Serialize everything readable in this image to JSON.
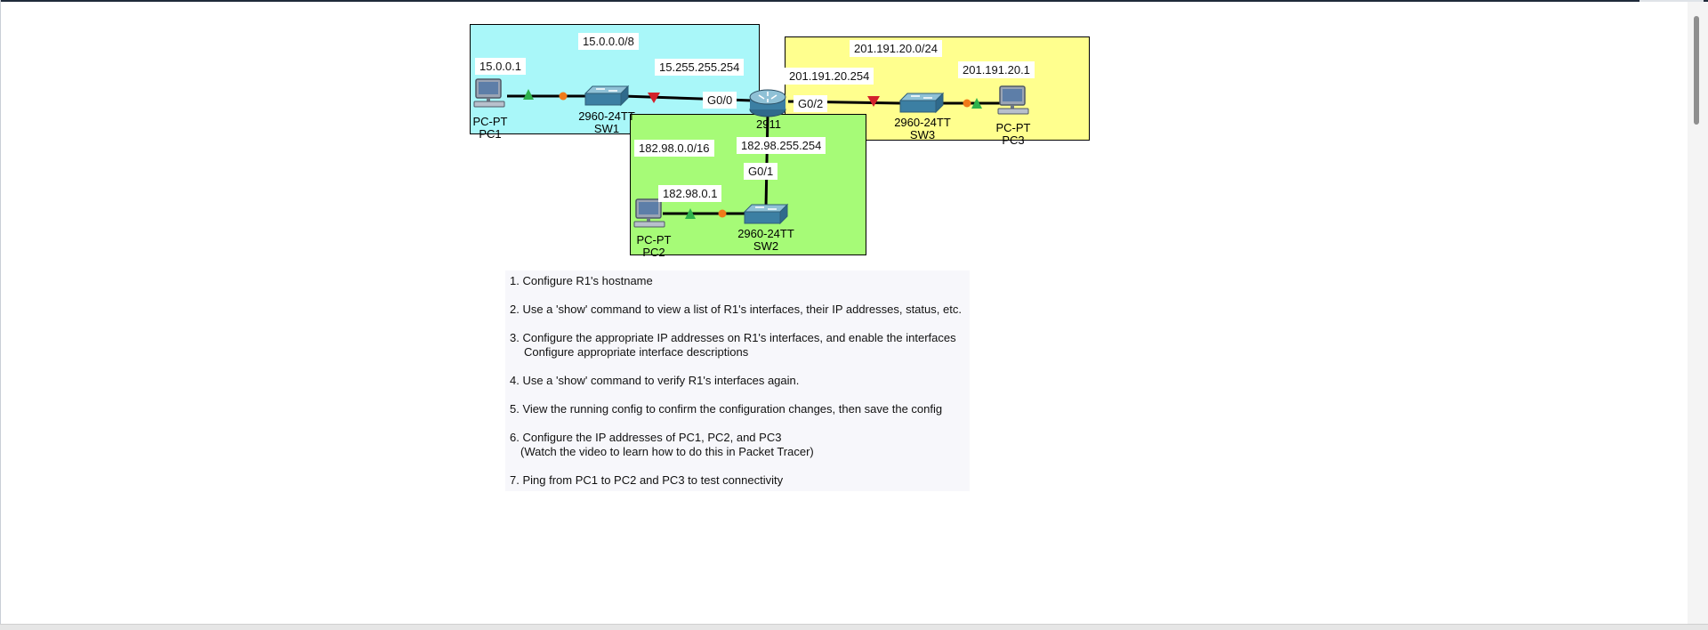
{
  "topology": {
    "networks": {
      "net1": "15.0.0.0/8",
      "net2": "201.191.20.0/24",
      "net3": "182.98.0.0/16"
    },
    "ip_labels": {
      "pc1_ip": "15.0.0.1",
      "r1_g00_ip": "15.255.255.254",
      "r1_g02_ip": "201.191.20.254",
      "pc3_ip": "201.191.20.1",
      "r1_g01_ip": "182.98.255.254",
      "pc2_ip": "182.98.0.1"
    },
    "interfaces": {
      "g00": "G0/0",
      "g02": "G0/2",
      "g01": "G0/1"
    },
    "devices": {
      "pc1": {
        "model": "PC-PT",
        "name": "PC1"
      },
      "sw1": {
        "model": "2960-24TT",
        "name": "SW1"
      },
      "r1": {
        "model": "2911"
      },
      "sw3": {
        "model": "2960-24TT",
        "name": "SW3"
      },
      "pc3": {
        "model": "PC-PT",
        "name": "PC3"
      },
      "pc2": {
        "model": "PC-PT",
        "name": "PC2"
      },
      "sw2": {
        "model": "2960-24TT",
        "name": "SW2"
      }
    },
    "colors": {
      "network1_area": "#a9f7f9",
      "network2_area": "#ffff8e",
      "network3_area": "#a6fb77",
      "link_up": "#2fb24c",
      "link_down": "#d3212b",
      "link_blocking": "#f07a1a"
    }
  },
  "instructions": {
    "step1": "1. Configure R1's hostname",
    "step2": "2. Use a 'show' command to view a list of R1's interfaces, their IP addresses, status, etc.",
    "step3": "3. Configure the appropriate IP addresses on R1's interfaces, and enable the interfaces",
    "step3b": "Configure appropriate interface descriptions",
    "step4": "4. Use a 'show' command to verify R1's interfaces again.",
    "step5": "5. View the running config to confirm the configuration changes, then save the config",
    "step6": "6. Configure the IP addresses of PC1, PC2, and PC3",
    "step6b": "(Watch the video to learn how to do this in Packet Tracer)",
    "step7": "7. Ping from PC1 to PC2 and PC3 to test connectivity"
  }
}
